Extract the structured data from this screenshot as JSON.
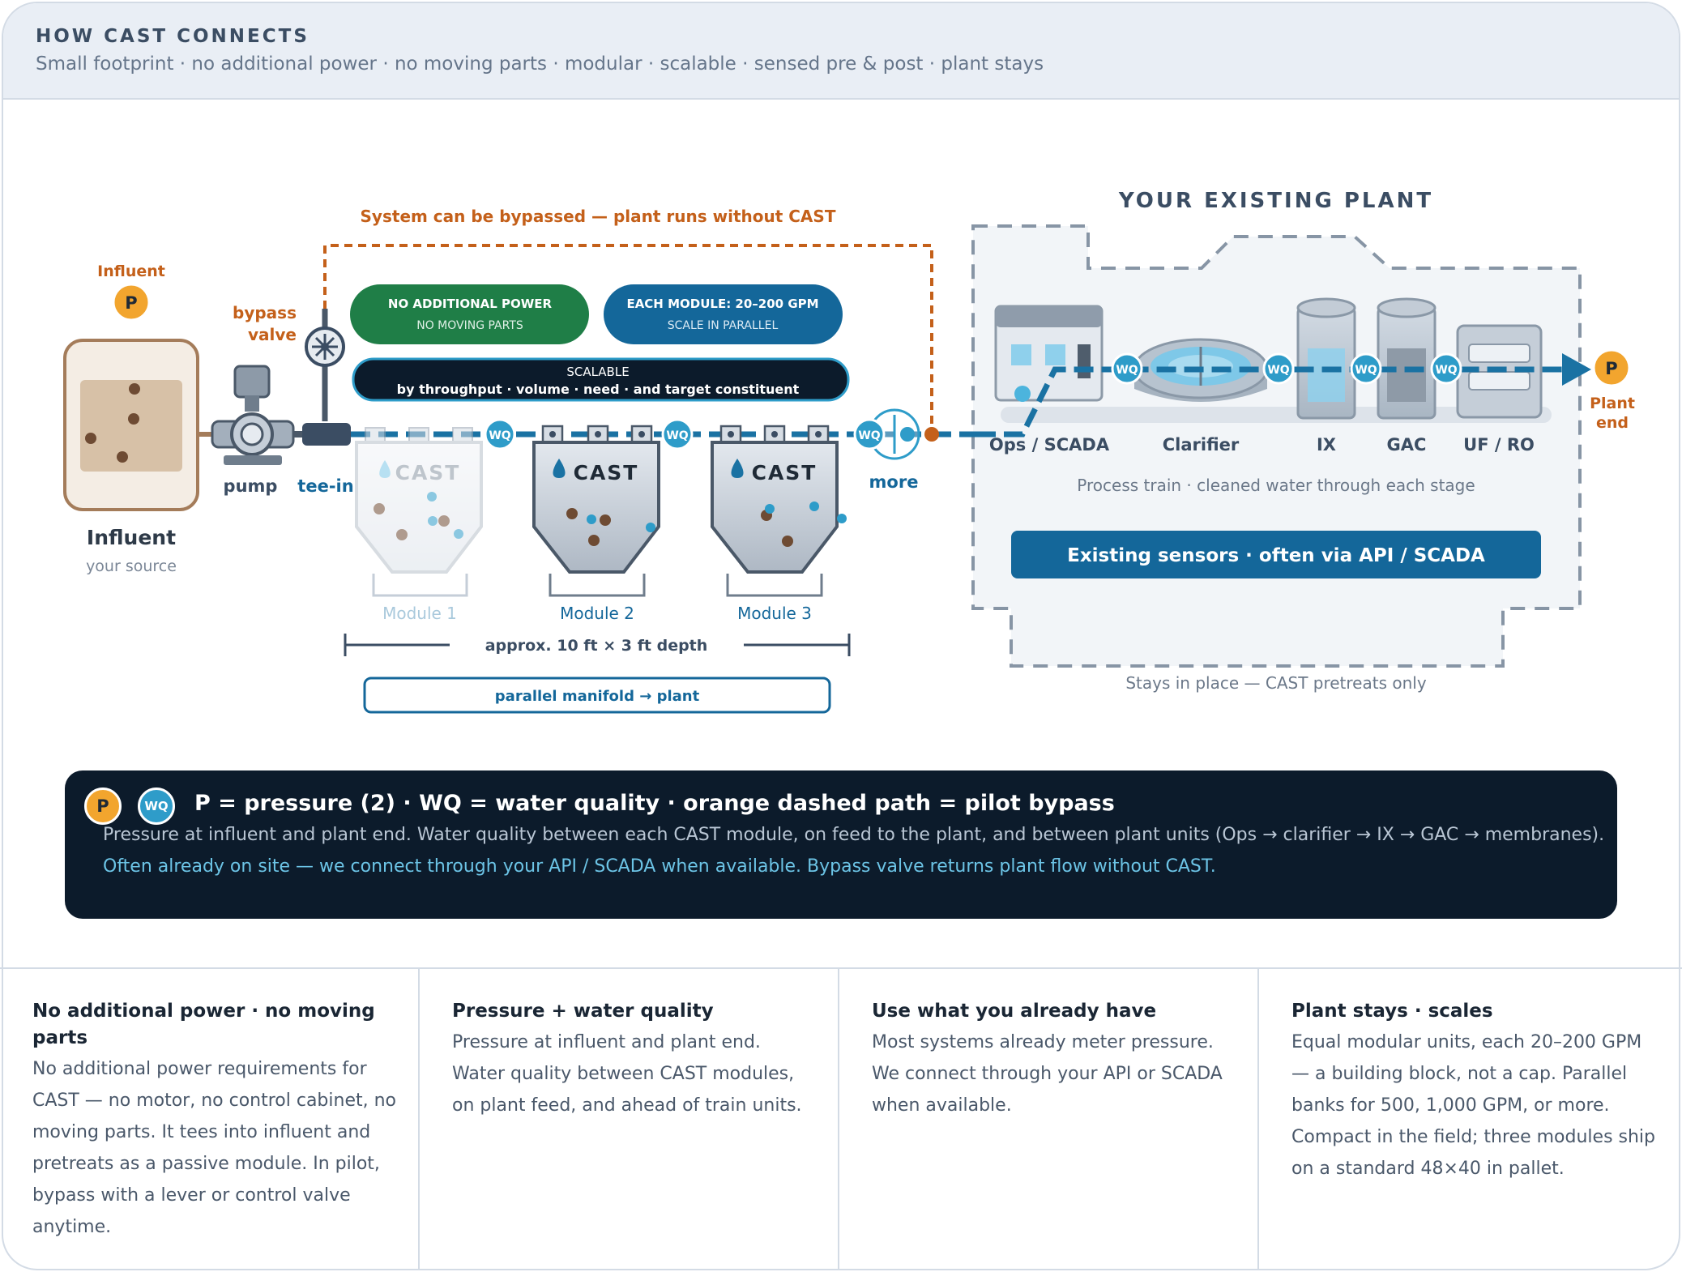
{
  "header": {
    "title": "HOW CAST CONNECTS",
    "subtitle": "Small footprint · no additional power · no moving parts · modular · scalable · sensed pre & post · plant stays"
  },
  "diagram": {
    "bypass_note": "System can be bypassed — plant runs without CAST",
    "influent_badge_label": "Influent",
    "influent_name": "Influent",
    "influent_sub": "your source",
    "bypass_valve_label_1": "bypass",
    "bypass_valve_label_2": "valve",
    "pump_label": "pump",
    "tee_label": "tee-in",
    "pill_power_1": "NO ADDITIONAL POWER",
    "pill_power_2": "NO MOVING PARTS",
    "pill_module_1": "EACH MODULE: 20–200 GPM",
    "pill_module_2": "SCALE IN PARALLEL",
    "pill_scalable_1": "SCALABLE",
    "pill_scalable_2": "by throughput · volume · need · and target constituent",
    "module_brand": "CAST",
    "modules": [
      "Module 1",
      "Module 2",
      "Module 3"
    ],
    "more_label": "more",
    "dimension": "approx. 10 ft × 3 ft depth",
    "manifold": "parallel manifold → plant",
    "p_symbol": "P",
    "wq_symbol": "WQ",
    "plant_title": "YOUR EXISTING PLANT",
    "plant_units": [
      "Ops / SCADA",
      "Clarifier",
      "IX",
      "GAC",
      "UF / RO"
    ],
    "process_note": "Process train · cleaned water through each stage",
    "sensors_bar": "Existing sensors · often via API / SCADA",
    "plant_end_1": "Plant",
    "plant_end_2": "end",
    "stays_note": "Stays in place — CAST pretreats only",
    "colors": {
      "bypass_orange": "#c4601a",
      "flow_blue": "#1a72a3",
      "green_pill": "#1f7e47",
      "blue_pill": "#14679a",
      "navy_pill": "#0c1b2b",
      "pressure_badge": "#f2a52e",
      "wq_badge": "#2e9cc9"
    }
  },
  "legend": {
    "p_badge": "P",
    "wq_badge": "WQ",
    "title": "P = pressure (2) · WQ = water quality · orange dashed path = pilot bypass",
    "line1": "Pressure at influent and plant end. Water quality between each CAST module, on feed to the plant, and between plant units (Ops → clarifier → IX → GAC → membranes).",
    "line2": "Often already on site — we connect through your API / SCADA when available. Bypass valve returns plant flow without CAST."
  },
  "features": [
    {
      "title": "No additional power · no moving parts",
      "body": "No additional power requirements for CAST — no motor, no control cabinet, no moving parts. It tees into influent and pretreats as a passive module. In pilot, bypass with a lever or control valve anytime."
    },
    {
      "title": "Pressure + water quality",
      "body": "Pressure at influent and plant end. Water quality between CAST modules, on plant feed, and ahead of train units."
    },
    {
      "title": "Use what you already have",
      "body": "Most systems already meter pressure. We connect through your API or SCADA when available."
    },
    {
      "title": "Plant stays · scales",
      "body": "Equal modular units, each 20–200 GPM — a building block, not a cap. Parallel banks for 500, 1,000 GPM, or more. Compact in the field; three modules ship on a standard 48×40 in pallet."
    }
  ]
}
